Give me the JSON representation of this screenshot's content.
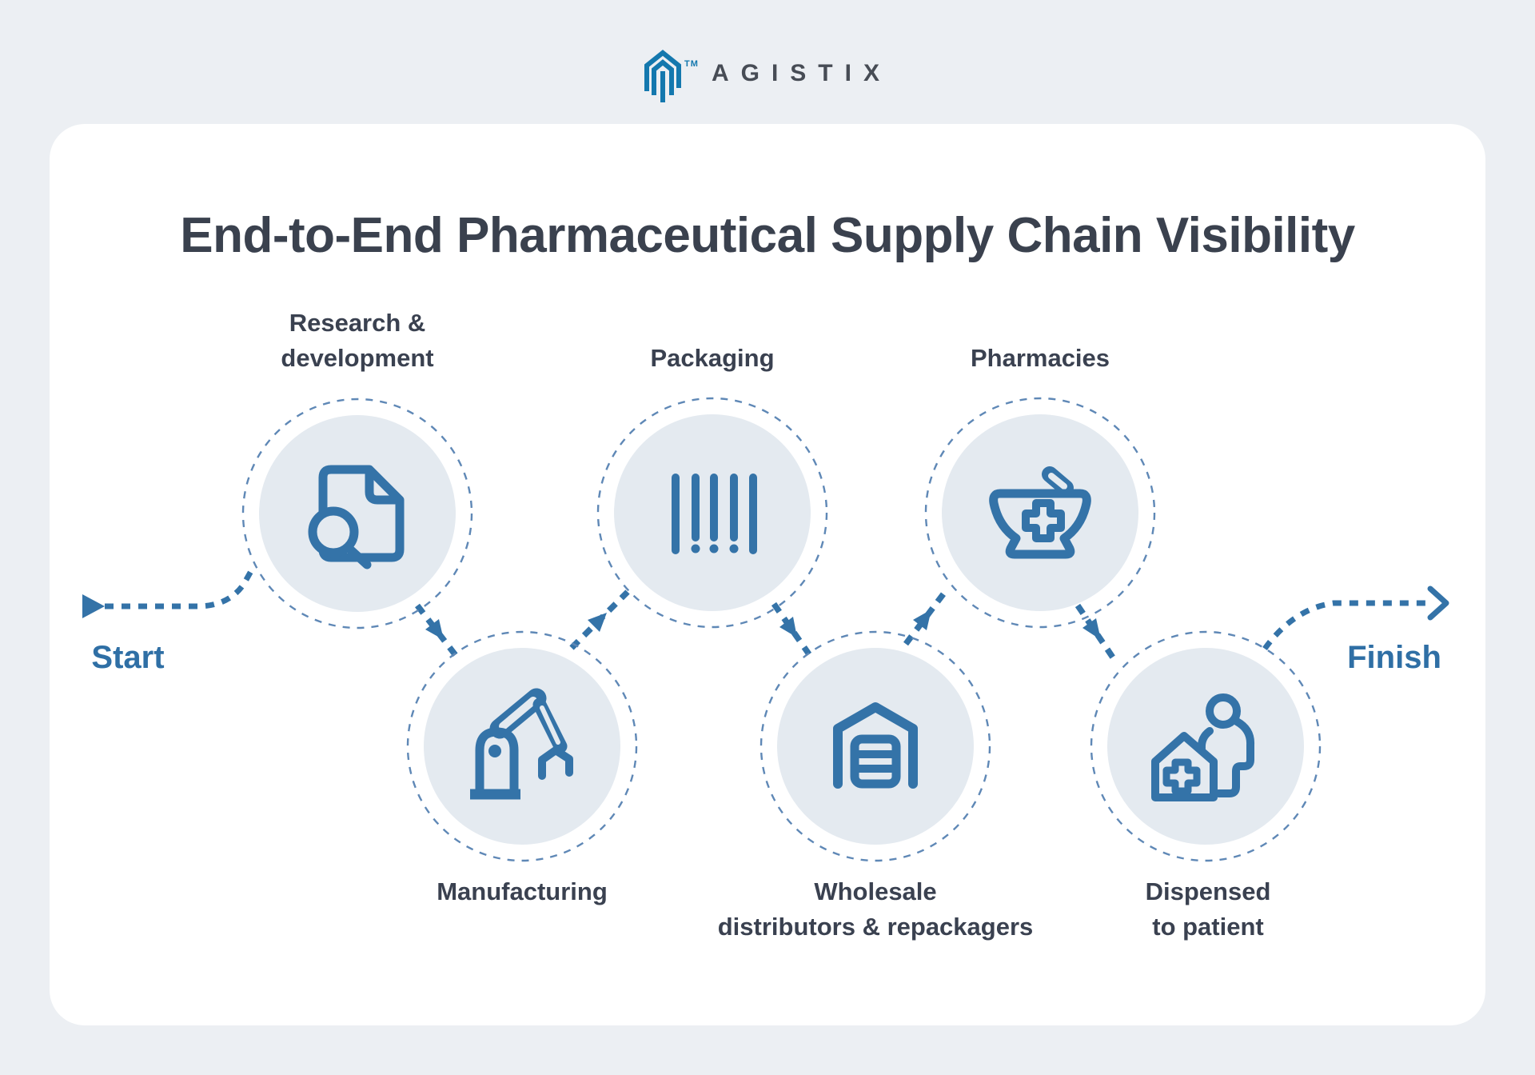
{
  "page": {
    "background_color": "#ECEFF3",
    "card_color": "#FFFFFF"
  },
  "logo": {
    "brand": "AGISTIX",
    "trademark": "TM",
    "mark_icon": "agistix-house-mark-icon",
    "mark_color": "#1478AE",
    "text_color": "#474C55"
  },
  "title": {
    "text": "End-to-End Pharmaceutical Supply Chain Visibility",
    "color": "#3A414E"
  },
  "flow": {
    "accent_color": "#3473A8",
    "ring_color": "#5F88B6",
    "node_fill_color": "#E4EAF0",
    "label_color": "#3A4150",
    "start": {
      "label": "Start"
    },
    "finish": {
      "label": "Finish"
    },
    "nodes": [
      {
        "id": "research-development",
        "order": 1,
        "row": "top",
        "icon": "document-search-icon",
        "lines": [
          "Research &",
          "development"
        ]
      },
      {
        "id": "manufacturing",
        "order": 2,
        "row": "bottom",
        "icon": "robot-arm-icon",
        "lines": [
          "Manufacturing"
        ]
      },
      {
        "id": "packaging",
        "order": 3,
        "row": "top",
        "icon": "barcode-icon",
        "lines": [
          "Packaging"
        ]
      },
      {
        "id": "wholesale",
        "order": 4,
        "row": "bottom",
        "icon": "warehouse-icon",
        "lines": [
          "Wholesale",
          "distributors & repackagers"
        ]
      },
      {
        "id": "pharmacies",
        "order": 5,
        "row": "top",
        "icon": "mortar-pestle-icon",
        "lines": [
          "Pharmacies"
        ]
      },
      {
        "id": "dispensed",
        "order": 6,
        "row": "bottom",
        "icon": "house-patient-icon",
        "lines": [
          "Dispensed",
          "to patient"
        ]
      }
    ]
  }
}
